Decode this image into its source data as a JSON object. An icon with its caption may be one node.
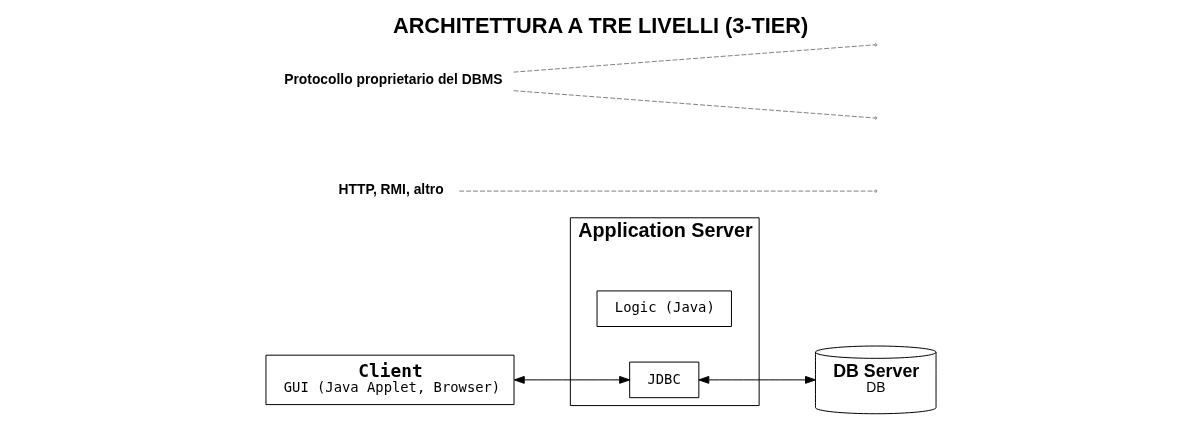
{
  "diagram": {
    "title": "ARCHITETTURA A TRE LIVELLI (3-TIER)",
    "nodes": [
      {
        "text": [
          "Client",
          "GUI (Java Applet, Browser)"
        ]
      },
      {
        "text": [
          "Application Server"
        ]
      },
      {
        "text": [
          "Logic (Java)"
        ],
        "in": 1
      },
      {
        "text": [
          "JDBC"
        ],
        "in": 1
      },
      {
        "text": [
          "DB Server",
          "DB"
        ]
      },
      {
        "text": [
          "HTTP, RMI, altro"
        ]
      },
      {
        "text": [
          "Protocollo proprietario del DBMS"
        ]
      }
    ],
    "edges": [
      {
        "from": 0,
        "to": 3,
        "arrow": "both",
        "color": "#000000"
      },
      {
        "from": 3,
        "to": 4,
        "arrow": "both",
        "color": "#000000"
      },
      {
        "from": 5,
        "to": null,
        "arrow": "none",
        "style": "dashed",
        "color": "#808080"
      },
      {
        "from": 6,
        "to": null,
        "arrow": "none",
        "style": "dashed",
        "color": "#808080"
      },
      {
        "from": 6,
        "to": null,
        "arrow": "none",
        "style": "dashed",
        "color": "#808080"
      }
    ]
  }
}
